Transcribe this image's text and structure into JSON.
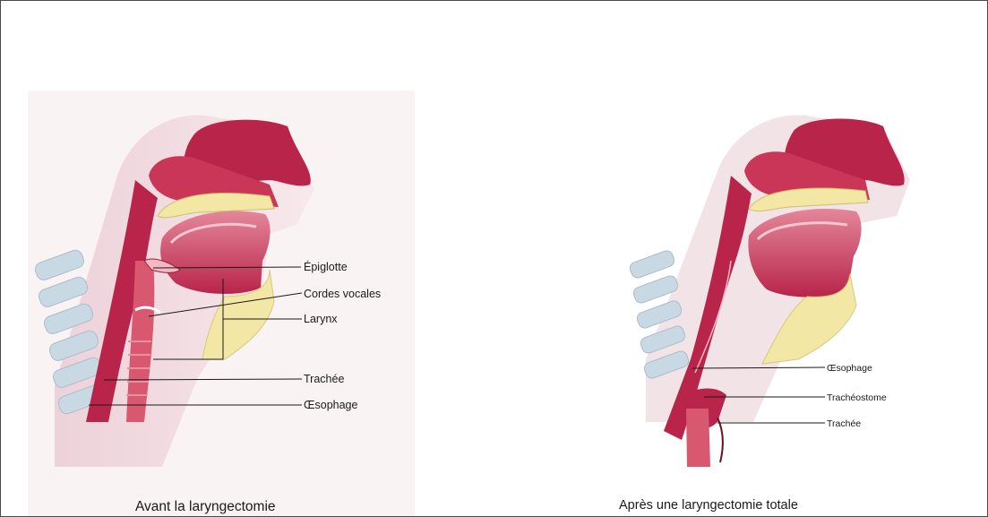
{
  "left_figure": {
    "labels": {
      "epiglotte": "Épiglotte",
      "cordes_vocales": "Cordes vocales",
      "larynx": "Larynx",
      "trachee": "Trachée",
      "oesophage": "Œsophage"
    },
    "caption": "Avant la laryngectomie"
  },
  "right_figure": {
    "labels": {
      "oesophage": "Œsophage",
      "tracheostome": "Trachéostome",
      "trachee": "Trachée"
    },
    "caption": "Après une laryngectomie totale"
  },
  "colors": {
    "tissue": "#b8244a",
    "tissue_light": "#d8586f",
    "pink_bg": "#f6e3e8",
    "fat": "#f3e7a5",
    "bone": "#c9d9e4"
  }
}
